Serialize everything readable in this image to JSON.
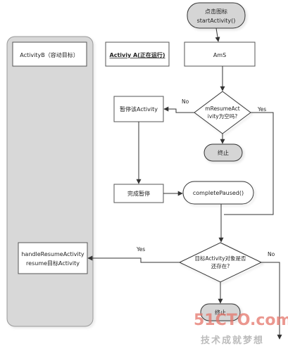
{
  "nodes": {
    "start": {
      "line1": "点击图标",
      "line2": "startActivity()"
    },
    "activity_b_title": "ActivityB（容动目标）",
    "activity_a_title": "Activiy A(正在运行)",
    "ams": "AmS",
    "pause_activity": "暂停该Activity",
    "decision_resume": {
      "line1": "mResumeAct",
      "line2": "ivity为空吗?"
    },
    "terminate_1": "终止",
    "complete_pause": "完成暂停",
    "complete_paused": "completePaused()",
    "handle_resume": {
      "line1": "handleResumeActivity",
      "line2": "resume目标Activity"
    },
    "decision_target": {
      "line1": "目标Activity对象是否",
      "line2": "还存在?"
    },
    "terminate_2": "终止"
  },
  "edge_labels": {
    "no_1": "No",
    "yes_1": "Yes",
    "yes_2": "Yes",
    "no_2": "No"
  },
  "watermark": {
    "brand": "51CTO.com",
    "slogan": "技术成就梦想"
  },
  "colors": {
    "panel": "#d8d8d8",
    "node_fill": "#ffffff",
    "terminal_fill": "#d5d5d5",
    "stroke": "#333333",
    "watermark_red": "#e4746a",
    "watermark_gray": "#b0b0b0"
  }
}
